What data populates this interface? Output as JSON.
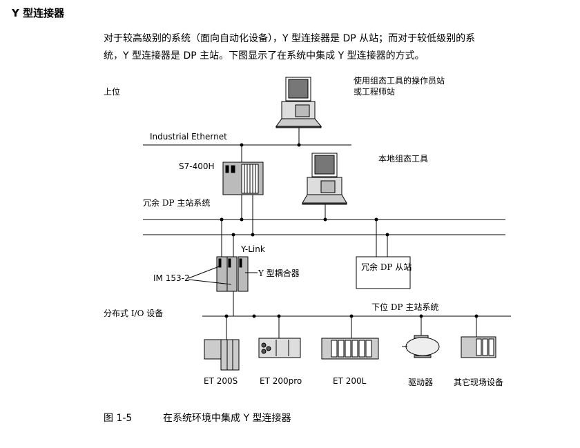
{
  "section_title": "Y 型连接器",
  "paragraph": [
    "对于较高级别的系统（面向自动化设备），Y 型连接器是 DP 从站；而对于较低级别的系",
    "统，Y 型连接器是 DP 主站。下图显示了在系统中集成 Y 型连接器的方式。"
  ],
  "diagram": {
    "upper_level": "上位",
    "operator_station": [
      "使用组态工具的操作员站",
      "或工程师站"
    ],
    "industrial_ethernet": "Industrial Ethernet",
    "s7_400h": "S7-400H",
    "local_config_tool": "本地组态工具",
    "redundant_dp_master": "冗余 DP 主站系统",
    "y_link": "Y-Link",
    "y_coupler": "Y 型耦合器",
    "im_153_2": "IM 153-2",
    "redundant_dp_slave": "冗余 DP 从站",
    "distributed_io": "分布式 I/O 设备",
    "lower_dp_master": "下位 DP 主站系统",
    "devices": [
      "ET 200S",
      "ET 200pro",
      "ET 200L",
      "驱动器",
      "其它现场设备"
    ]
  },
  "caption": {
    "number": "图 1-5",
    "text": "在系统环境中集成 Y 型连接器"
  }
}
